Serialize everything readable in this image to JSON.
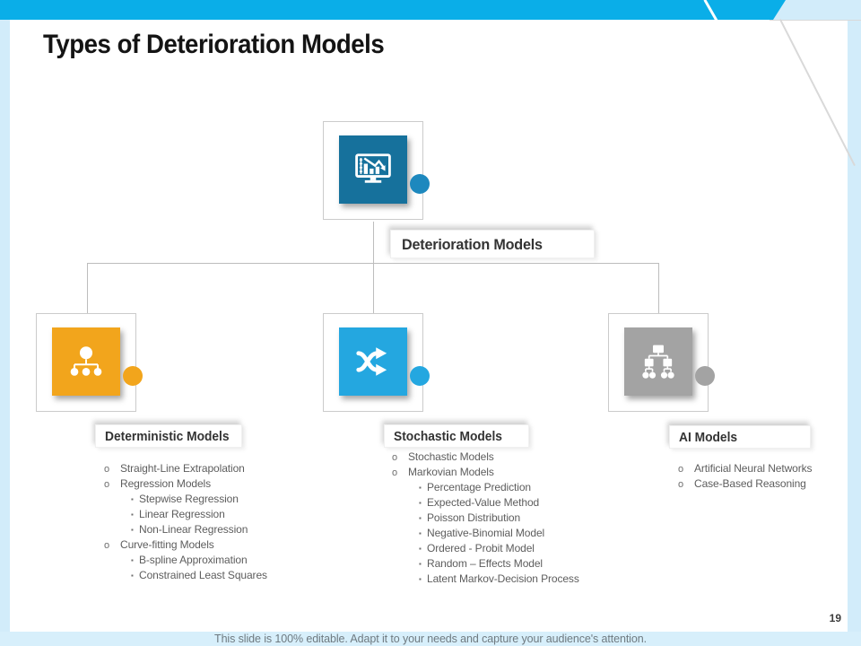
{
  "slide": {
    "title": "Types of Deterioration Models",
    "page_number": "19",
    "footer_note": "This slide is 100% editable. Adapt it to your needs and capture your audience's attention.",
    "accent_bar_color": "#0AAEE8",
    "background_color": "#D2ECFA"
  },
  "diagram": {
    "root": {
      "label": "Deterioration Models",
      "icon": "declining-chart-monitor-icon",
      "square_color": "#16719C",
      "dot_color": "#1D88BE"
    },
    "children": [
      {
        "label": "Deterministic Models",
        "icon": "org-hierarchy-icon",
        "square_color": "#F2A51C",
        "dot_color": "#F2A51C",
        "items": [
          {
            "level": 1,
            "text": "Straight-Line Extrapolation"
          },
          {
            "level": 1,
            "text": "Regression Models"
          },
          {
            "level": 2,
            "text": "Stepwise Regression"
          },
          {
            "level": 2,
            "text": "Linear Regression"
          },
          {
            "level": 2,
            "text": "Non-Linear Regression"
          },
          {
            "level": 1,
            "text": "Curve-fitting Models"
          },
          {
            "level": 2,
            "text": "B-spline Approximation"
          },
          {
            "level": 2,
            "text": "Constrained Least Squares"
          }
        ]
      },
      {
        "label": "Stochastic Models",
        "icon": "shuffle-arrows-icon",
        "square_color": "#24A7E0",
        "dot_color": "#24A7E0",
        "items": [
          {
            "level": 1,
            "text": "Stochastic Models"
          },
          {
            "level": 1,
            "text": "Markovian Models"
          },
          {
            "level": 2,
            "text": "Percentage Prediction"
          },
          {
            "level": 2,
            "text": "Expected-Value Method"
          },
          {
            "level": 2,
            "text": "Poisson Distribution"
          },
          {
            "level": 2,
            "text": "Negative-Binomial Model"
          },
          {
            "level": 2,
            "text": "Ordered - Probit Model"
          },
          {
            "level": 2,
            "text": "Random – Effects Model"
          },
          {
            "level": 2,
            "text": "Latent Markov-Decision Process"
          }
        ]
      },
      {
        "label": "AI Models",
        "icon": "tree-flowchart-icon",
        "square_color": "#A3A3A3",
        "dot_color": "#A3A3A3",
        "items": [
          {
            "level": 1,
            "text": "Artificial Neural Networks"
          },
          {
            "level": 1,
            "text": "Case-Based Reasoning"
          }
        ]
      }
    ]
  }
}
